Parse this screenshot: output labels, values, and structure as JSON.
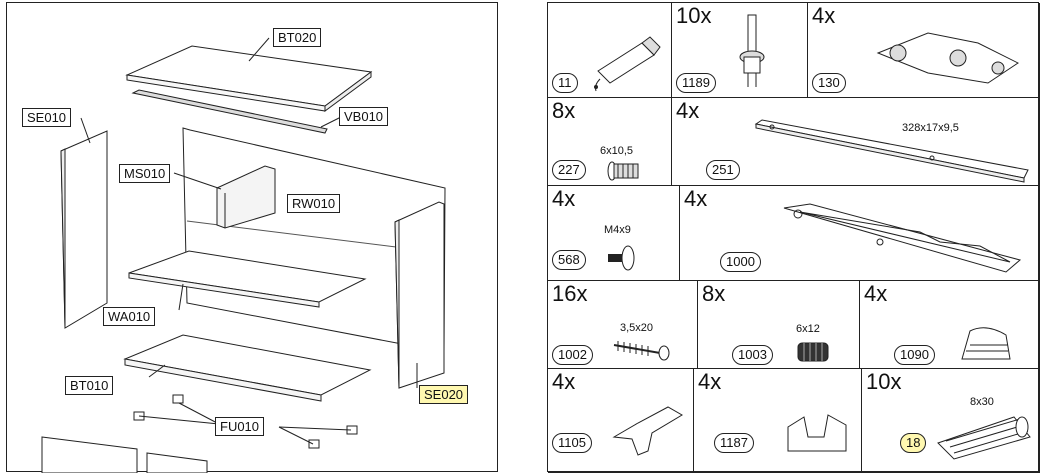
{
  "parts": [
    {
      "id": "bt020",
      "label": "BT020",
      "highlight": false
    },
    {
      "id": "vb010",
      "label": "VB010",
      "highlight": false
    },
    {
      "id": "se010",
      "label": "SE010",
      "highlight": false
    },
    {
      "id": "ms010",
      "label": "MS010",
      "highlight": false
    },
    {
      "id": "rw010",
      "label": "RW010",
      "highlight": false
    },
    {
      "id": "wa010",
      "label": "WA010",
      "highlight": false
    },
    {
      "id": "bt010",
      "label": "BT010",
      "highlight": false
    },
    {
      "id": "fu010",
      "label": "FU010",
      "highlight": false
    },
    {
      "id": "se020",
      "label": "SE020",
      "highlight": true
    }
  ],
  "hardware": [
    {
      "qty": "",
      "code": "11",
      "dim": "",
      "icon": "glue-tube-icon",
      "highlight": false
    },
    {
      "qty": "10x",
      "code": "1189",
      "dim": "",
      "icon": "cam-bolt-icon",
      "highlight": false
    },
    {
      "qty": "4x",
      "code": "130",
      "dim": "",
      "icon": "hinge-icon",
      "highlight": false
    },
    {
      "qty": "8x",
      "code": "227",
      "dim": "6x10,5",
      "icon": "screw-short-icon",
      "highlight": false
    },
    {
      "qty": "4x",
      "code": "251",
      "dim": "328x17x9,5",
      "icon": "rail-icon",
      "highlight": false
    },
    {
      "qty": "4x",
      "code": "568",
      "dim": "M4x9",
      "icon": "bolt-icon",
      "highlight": false
    },
    {
      "qty": "4x",
      "code": "1000",
      "dim": "",
      "icon": "drawer-runner-icon",
      "highlight": false
    },
    {
      "qty": "16x",
      "code": "1002",
      "dim": "3,5x20",
      "icon": "wood-screw-icon",
      "highlight": false
    },
    {
      "qty": "8x",
      "code": "1003",
      "dim": "6x12",
      "icon": "dowel-anchor-icon",
      "highlight": false
    },
    {
      "qty": "4x",
      "code": "1090",
      "dim": "",
      "icon": "foot-glide-icon",
      "highlight": false
    },
    {
      "qty": "4x",
      "code": "1105",
      "dim": "",
      "icon": "shelf-support-icon",
      "highlight": false
    },
    {
      "qty": "4x",
      "code": "1187",
      "dim": "",
      "icon": "clip-icon",
      "highlight": false
    },
    {
      "qty": "10x",
      "code": "18",
      "dim": "8x30",
      "icon": "wood-dowel-icon",
      "highlight": true
    }
  ],
  "colors": {
    "line": "#222222",
    "highlight": "#fff8b0",
    "panel_fill": "#ffffff"
  }
}
